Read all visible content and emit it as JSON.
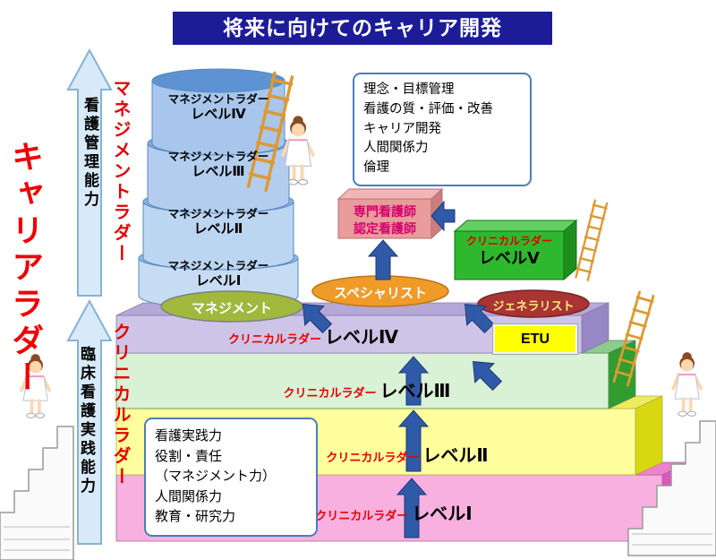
{
  "title": "将来に向けてのキャリア開発",
  "axis": {
    "career_ladder": "キャリアラダー",
    "management_ability": "看護管理能力",
    "clinical_practice_ability": "臨床看護実践能力",
    "management_ladder": "マネジメントラダー",
    "clinical_ladder": "クリニカルラダー"
  },
  "management_levels": [
    {
      "name": "マネジメントラダー",
      "level": "レベルⅣ"
    },
    {
      "name": "マネジメントラダー",
      "level": "レベルⅢ"
    },
    {
      "name": "マネジメントラダー",
      "level": "レベルⅡ"
    },
    {
      "name": "マネジメントラダー",
      "level": "レベルⅠ"
    }
  ],
  "competency_box": {
    "items": [
      "理念・目標管理",
      "看護の質・評価・改善",
      "キャリア開発",
      "人間関係力",
      "倫理"
    ]
  },
  "specialist_box": {
    "line1": "専門看護師",
    "line2": "認定看護師"
  },
  "level5_box": {
    "prefix": "クリニカルラダー",
    "level": "レベルⅤ"
  },
  "roles": {
    "specialist": "スペシャリスト",
    "management": "マネジメント",
    "generalist": "ジェネラリスト",
    "etu": "ETU"
  },
  "clinical_levels": [
    {
      "prefix": "クリニカルラダー",
      "level": "レベルⅣ"
    },
    {
      "prefix": "クリニカルラダー",
      "level": "レベルⅢ"
    },
    {
      "prefix": "クリニカルラダー",
      "level": "レベルⅡ"
    },
    {
      "prefix": "クリニカルラダー",
      "level": "レベルⅠ"
    }
  ],
  "practice_box": {
    "items": [
      "看護実践力",
      "役割・責任",
      "（マネジメント力）",
      "人間関係力",
      "教育・研究力"
    ]
  },
  "colors": {
    "title_bg": "#1c1c99",
    "accent_red": "#e60000",
    "arrow_blue": "#2f5aa8",
    "level4_front": "#cec4e8",
    "level3_front": "#d9f1d5",
    "level2_front": "#ffff9e",
    "level1_front": "#f8b0e0",
    "level5_box": "#2eb82e",
    "certified_box": "#e89c9c",
    "specialist_ellipse": "#f09a28",
    "management_ellipse": "#a0b83c",
    "generalist_ellipse": "#a83434"
  }
}
